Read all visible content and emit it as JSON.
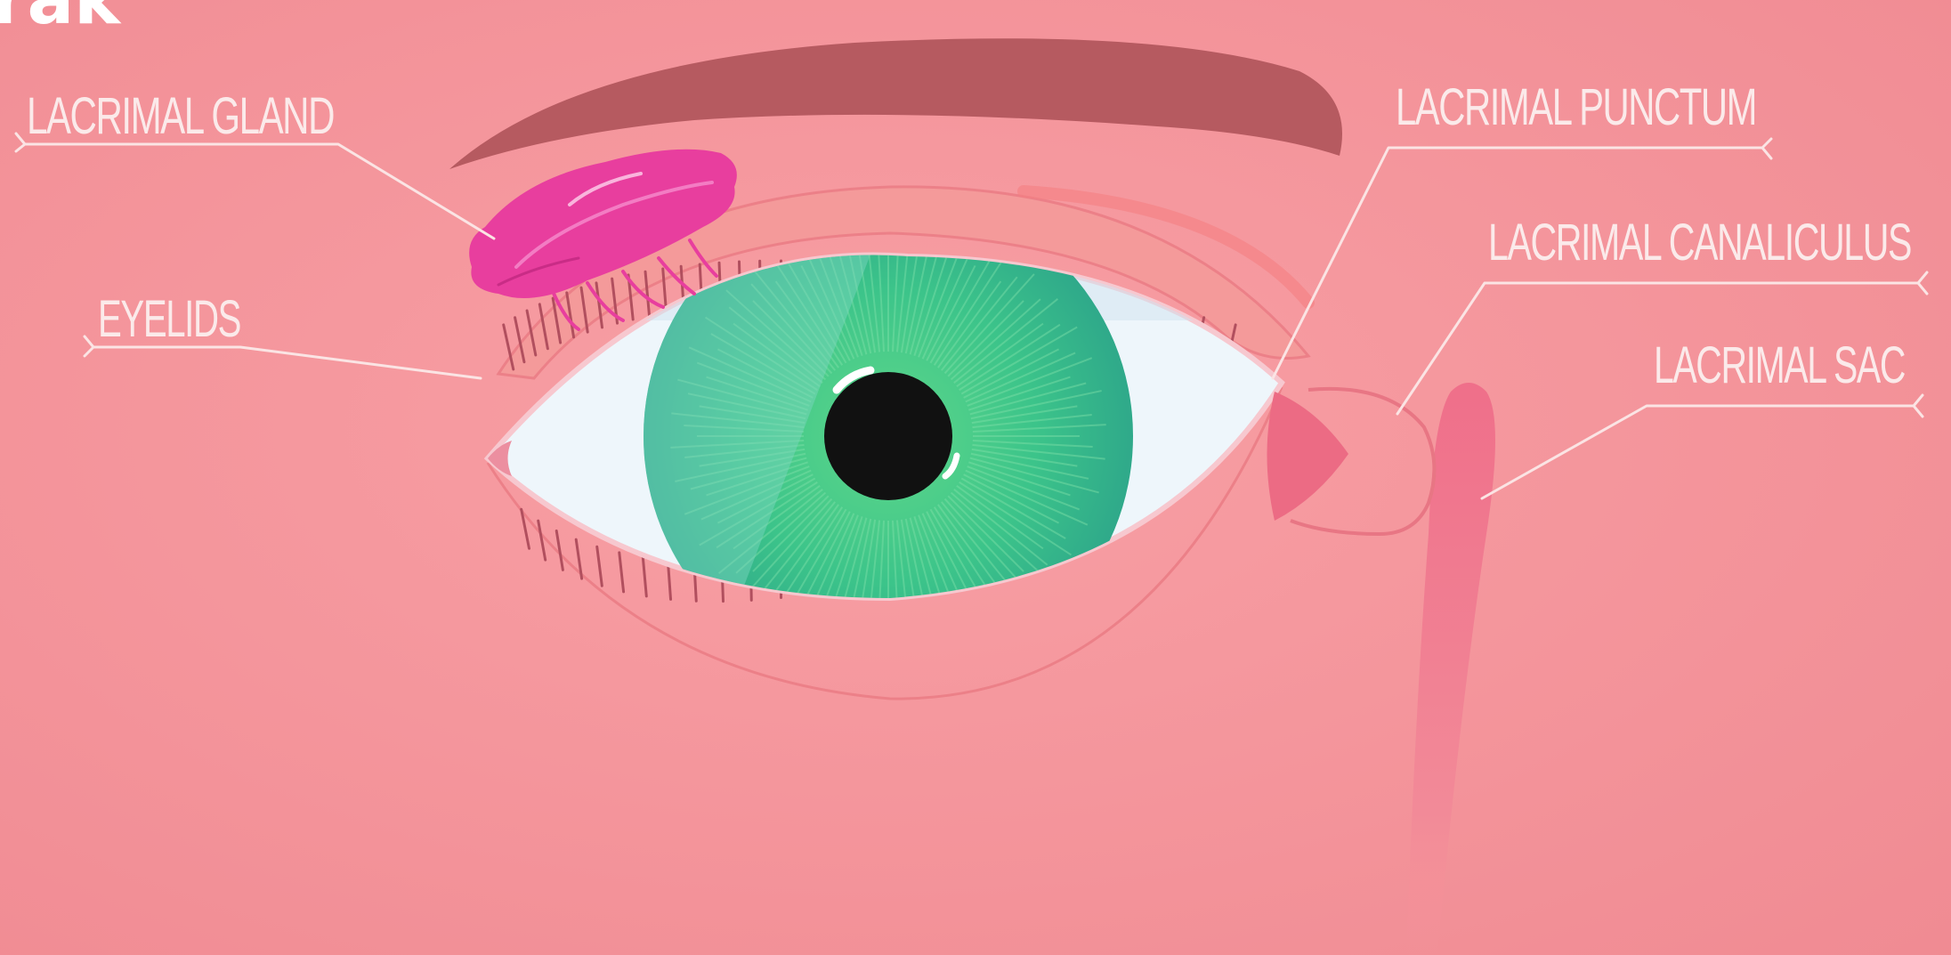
{
  "corner_text": "rak",
  "labels": {
    "lacrimal_gland": "LACRIMAL GLAND",
    "eyelids": "EYELIDS",
    "lacrimal_punctum": "LACRIMAL PUNCTUM",
    "lacrimal_canaliculus": "LACRIMAL CANALICULUS",
    "lacrimal_sac": "LACRIMAL SAC"
  },
  "colors": {
    "background": "#f6949a",
    "skin": "#f28a90",
    "eyebrow": "#b65a60",
    "gland": "#e83e9e",
    "iris": "#3cc48a",
    "pupil": "#111111",
    "sclera": "#eef6fb",
    "label_text": "#fbeaea",
    "duct": "#ef7d92"
  }
}
